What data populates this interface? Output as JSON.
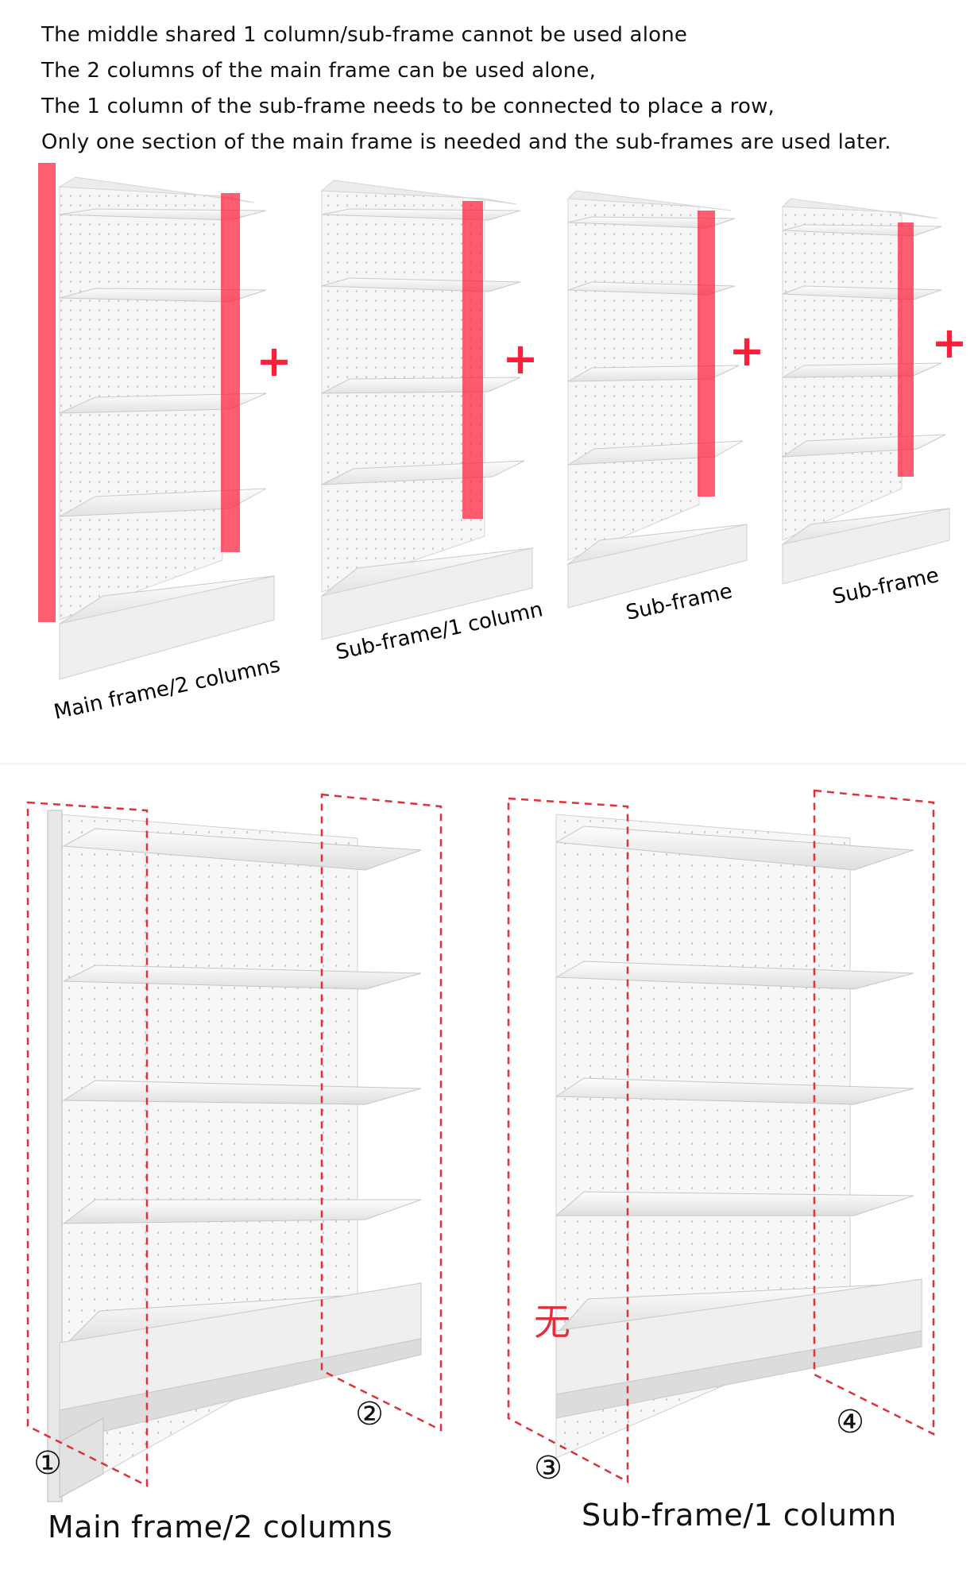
{
  "intro": {
    "lines": [
      "The middle shared 1 column/sub-frame cannot be used alone",
      "The 2 columns of the main frame can be used alone,",
      "The 1 column of the sub-frame needs to be connected to place a row,",
      "Only one section of the main frame is needed and the sub-frames are used later."
    ]
  },
  "top_panel": {
    "plus_symbol": "+",
    "captions": [
      "Main frame/2 columns",
      "Sub-frame/1 column",
      "Sub-frame",
      "Sub-frame"
    ]
  },
  "bottom_panel": {
    "left_caption": "Main frame/2 columns",
    "right_caption": "Sub-frame/1 column",
    "markers": [
      "①",
      "②",
      "③",
      "④"
    ],
    "no_column_mark": "无"
  },
  "colors": {
    "highlight_red": "#ff1f3a",
    "dashed_red": "#e0303a",
    "shelf_white": "#f4f4f4",
    "shelf_edge": "#c9c9c9"
  }
}
